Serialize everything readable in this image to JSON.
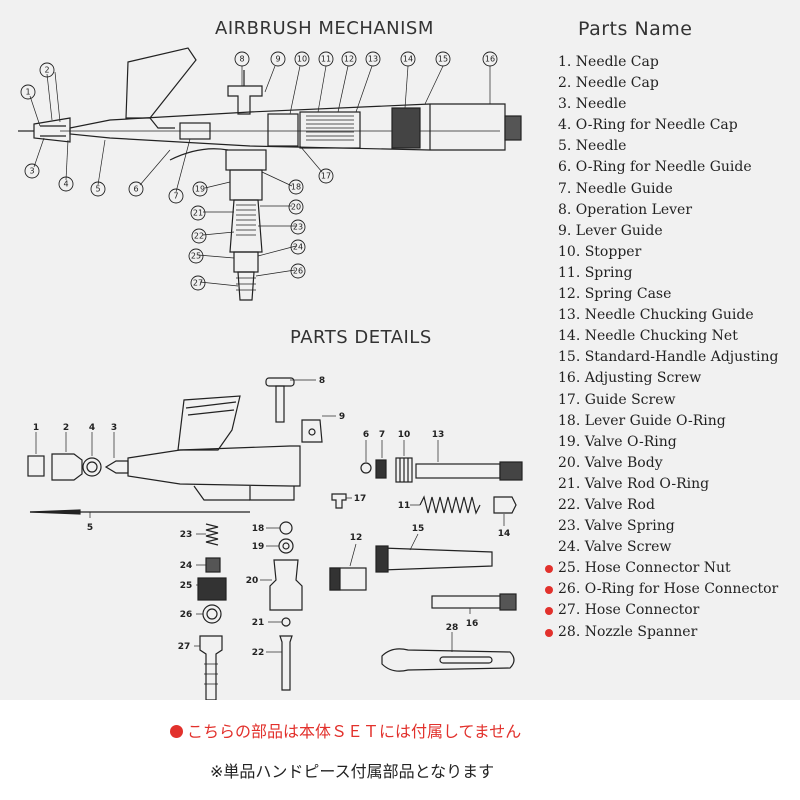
{
  "titles": {
    "mechanism": "AIRBRUSH MECHANISM",
    "details": "PARTS DETAILS",
    "parts_name": "Parts Name"
  },
  "parts": [
    {
      "label": "1. Needle Cap",
      "not_included": false
    },
    {
      "label": "2. Needle Cap",
      "not_included": false
    },
    {
      "label": "3. Needle",
      "not_included": false
    },
    {
      "label": "4. O-Ring for Needle Cap",
      "not_included": false
    },
    {
      "label": "5. Needle",
      "not_included": false
    },
    {
      "label": "6. O-Ring for Needle Guide",
      "not_included": false
    },
    {
      "label": "7. Needle Guide",
      "not_included": false
    },
    {
      "label": "8. Operation Lever",
      "not_included": false
    },
    {
      "label": "9. Lever Guide",
      "not_included": false
    },
    {
      "label": "10. Stopper",
      "not_included": false
    },
    {
      "label": "11. Spring",
      "not_included": false
    },
    {
      "label": "12. Spring Case",
      "not_included": false
    },
    {
      "label": "13. Needle Chucking Guide",
      "not_included": false
    },
    {
      "label": "14. Needle Chucking Net",
      "not_included": false
    },
    {
      "label": "15. Standard-Handle Adjusting",
      "not_included": false
    },
    {
      "label": "16. Adjusting Screw",
      "not_included": false
    },
    {
      "label": "17. Guide Screw",
      "not_included": false
    },
    {
      "label": "18. Lever Guide O-Ring",
      "not_included": false
    },
    {
      "label": "19. Valve O-Ring",
      "not_included": false
    },
    {
      "label": "20. Valve Body",
      "not_included": false
    },
    {
      "label": "21. Valve Rod O-Ring",
      "not_included": false
    },
    {
      "label": "22. Valve Rod",
      "not_included": false
    },
    {
      "label": "23. Valve Spring",
      "not_included": false
    },
    {
      "label": "24. Valve Screw",
      "not_included": false
    },
    {
      "label": "25. Hose Connector Nut",
      "not_included": true
    },
    {
      "label": "26. O-Ring for Hose Connector",
      "not_included": true
    },
    {
      "label": "27. Hose Connector",
      "not_included": true
    },
    {
      "label": "28. Nozzle Spanner",
      "not_included": true
    }
  ],
  "mechanism_callouts": [
    "1",
    "2",
    "3",
    "4",
    "5",
    "6",
    "7",
    "8",
    "9",
    "10",
    "11",
    "12",
    "13",
    "14",
    "15",
    "16",
    "17",
    "18",
    "19",
    "20",
    "21",
    "22",
    "23",
    "24",
    "25",
    "26",
    "27"
  ],
  "detail_labels": [
    "1",
    "2",
    "4",
    "3",
    "5",
    "8",
    "9",
    "6",
    "7",
    "10",
    "13",
    "17",
    "11",
    "14",
    "23",
    "18",
    "19",
    "12",
    "15",
    "24",
    "25",
    "20",
    "26",
    "16",
    "21",
    "27",
    "22",
    "28"
  ],
  "notes": {
    "not_included": "こちらの部品は本体ＳＥＴには付属してません",
    "sold_separately": "※単品ハンドピース付属部品となります"
  },
  "colors": {
    "sheet": "#f1f1f1",
    "ink": "#222222",
    "accent_red": "#e2312c"
  }
}
